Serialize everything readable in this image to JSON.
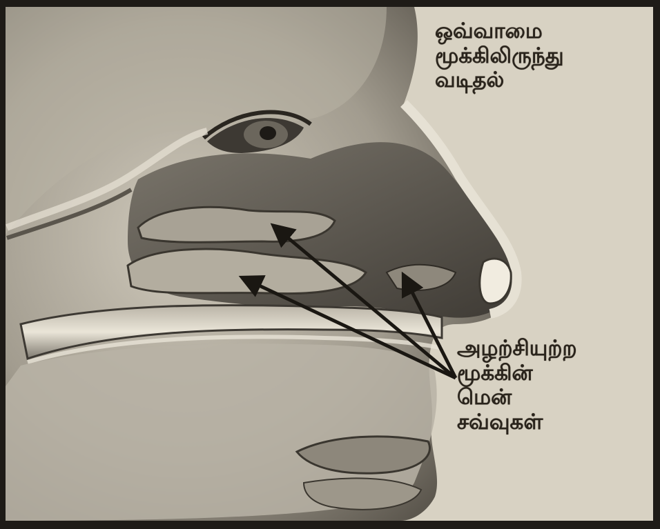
{
  "labels": {
    "top": [
      "ஒவ்வாமை",
      "மூக்கிலிருந்து",
      "வடிதல்"
    ],
    "bottom": [
      "அழற்சியுற்ற",
      "மூக்கின்",
      "மென்",
      "சவ்வுகள்"
    ]
  },
  "colors": {
    "paper": "#d8d2c3",
    "ink": "#2a241c",
    "skin_light": "#c9c3b5",
    "skin_mid": "#8f897d",
    "skin_dark": "#4d4840",
    "arrow": "#1a1712"
  }
}
